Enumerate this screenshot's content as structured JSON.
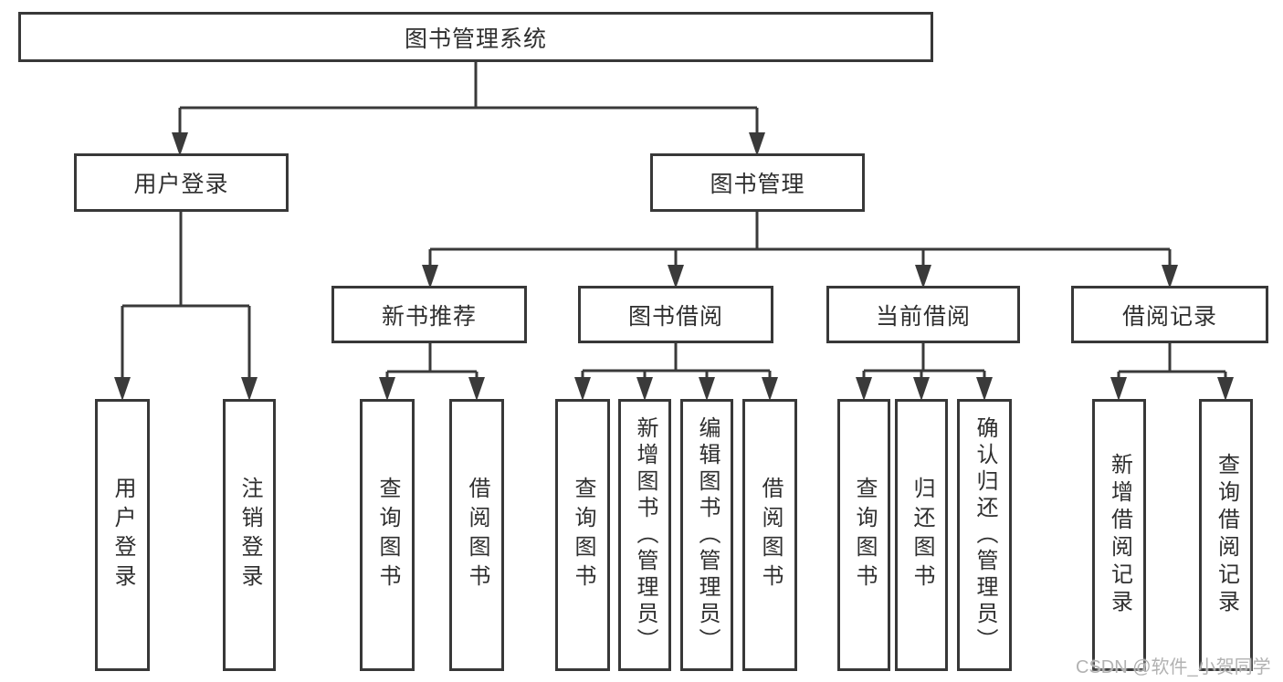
{
  "tree": {
    "root_label": "图书管理系统",
    "user_login": {
      "label": "用户登录",
      "children": [
        "用户登录",
        "注销登录"
      ]
    },
    "book_mgmt": {
      "label": "图书管理",
      "groups": [
        {
          "label": "新书推荐",
          "children": [
            "查询图书",
            "借阅图书"
          ]
        },
        {
          "label": "图书借阅",
          "children": [
            "查询图书",
            "新增图书（管理员）",
            "编辑图书（管理员）",
            "借阅图书"
          ]
        },
        {
          "label": "当前借阅",
          "children": [
            "查询图书",
            "归还图书",
            "确认归还（管理员）"
          ]
        },
        {
          "label": "借阅记录",
          "children": [
            "新增借阅记录",
            "查询借阅记录"
          ]
        }
      ]
    }
  },
  "watermark": "CSDN @软件_小贺同学",
  "colors": {
    "line": "#3a3a3a",
    "text": "#2f2f2f",
    "watermark": "#b2b2b2"
  }
}
